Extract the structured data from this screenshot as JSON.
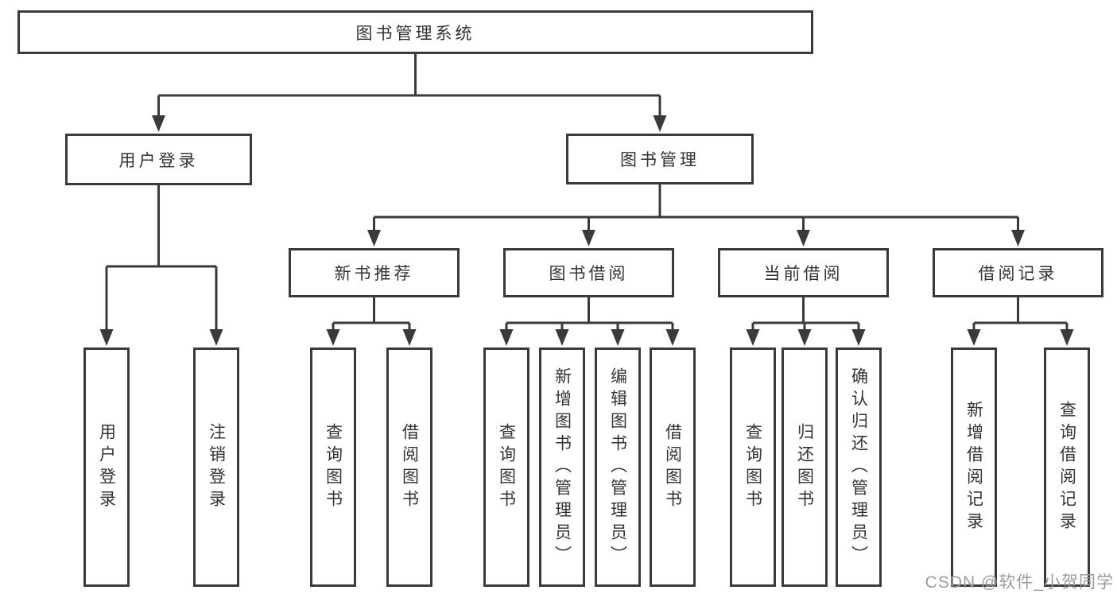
{
  "nodes": {
    "root": "图书管理系统",
    "user_login": {
      "label": "用户登录",
      "children": [
        "用户登录",
        "注销登录"
      ]
    },
    "book_management": {
      "label": "图书管理",
      "sections": {
        "new_books": {
          "label": "新书推荐",
          "children": [
            "查询图书",
            "借阅图书"
          ]
        },
        "book_borrowing": {
          "label": "图书借阅",
          "children": [
            "查询图书",
            "新增图书（管理员）",
            "编辑图书（管理员）",
            "借阅图书"
          ]
        },
        "current_borrowing": {
          "label": "当前借阅",
          "children": [
            "查询图书",
            "归还图书",
            "确认归还（管理员）"
          ]
        },
        "borrowing_records": {
          "label": "借阅记录",
          "children": [
            "新增借阅记录",
            "查询借阅记录"
          ]
        }
      }
    }
  },
  "watermark": "CSDN @软件_小贺同学",
  "colors": {
    "line": "#3a3a3a",
    "text": "#333333",
    "watermark": "#9b9ba1",
    "background": "#ffffff"
  }
}
